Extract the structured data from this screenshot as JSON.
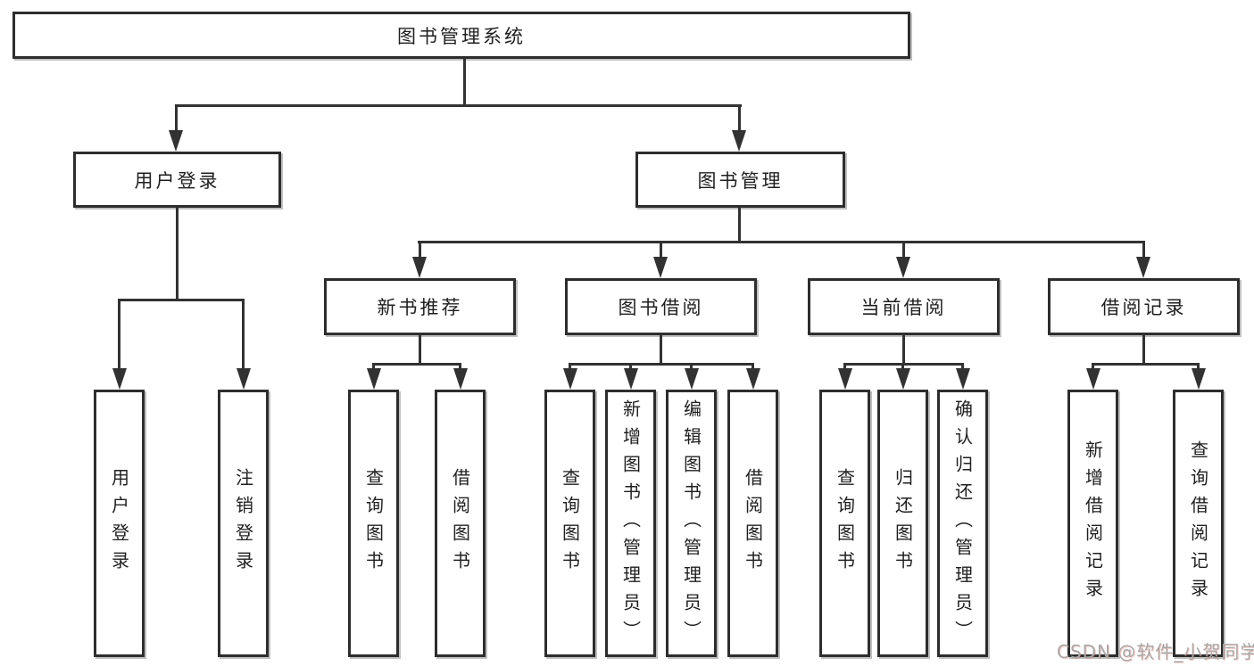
{
  "diagram": {
    "title": "图书管理系统",
    "nodes": {
      "root": {
        "label": "图书管理系统"
      },
      "level2": [
        {
          "label": "用户登录"
        },
        {
          "label": "图书管理"
        }
      ],
      "level3": [
        {
          "label": "新书推荐"
        },
        {
          "label": "图书借阅"
        },
        {
          "label": "当前借阅"
        },
        {
          "label": "借阅记录"
        }
      ],
      "level4": [
        {
          "label": "用户登录"
        },
        {
          "label": "注销登录"
        },
        {
          "label": "查询图书"
        },
        {
          "label": "借阅图书"
        },
        {
          "label": "查询图书"
        },
        {
          "label": "新增图书（管理员）"
        },
        {
          "label": "编辑图书（管理员）"
        },
        {
          "label": "借阅图书"
        },
        {
          "label": "查询图书"
        },
        {
          "label": "归还图书"
        },
        {
          "label": "确认归还（管理员）"
        },
        {
          "label": "新增借阅记录"
        },
        {
          "label": "查询借阅记录"
        }
      ]
    },
    "colors": {
      "line": "#323232",
      "box_border": "#2d2d2d",
      "text": "#1f1f1f",
      "background": "#ffffff",
      "watermark": "#a9a9a9"
    }
  },
  "watermark": {
    "text": "CSDN @软件_小贺同学"
  }
}
